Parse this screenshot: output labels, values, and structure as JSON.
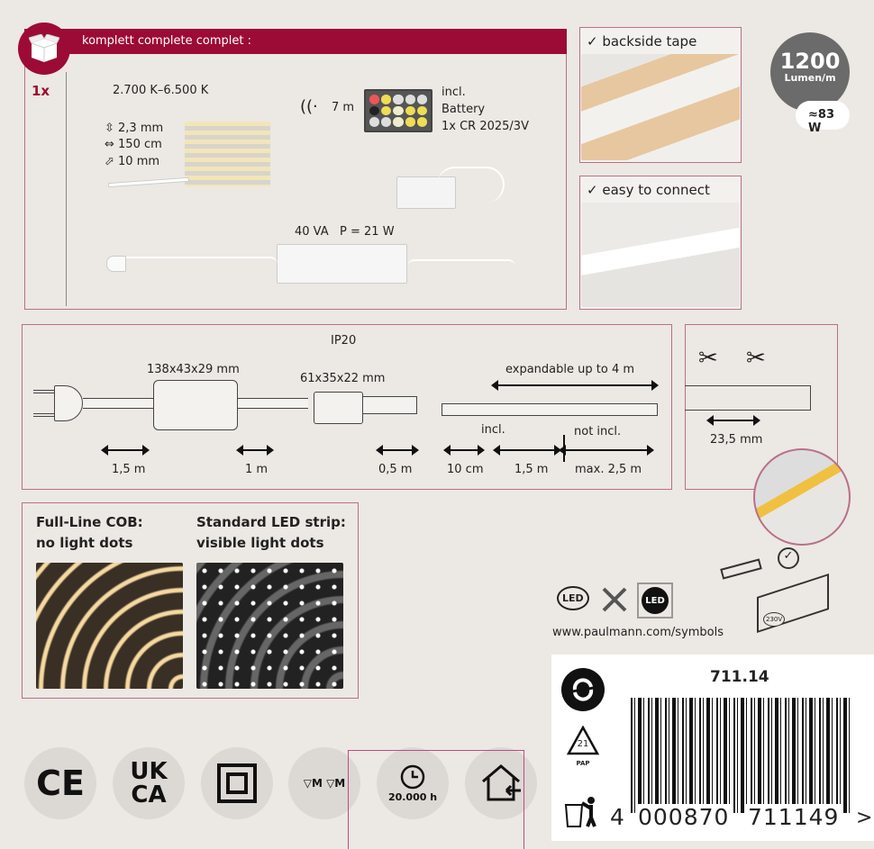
{
  "complete": {
    "header": "komplett complete complet :",
    "quantity": "1x",
    "color_temp": "2.700 K–6.500 K",
    "height": "2,3 mm",
    "length": "150 cm",
    "width": "10 mm",
    "range": "7 m",
    "battery_lines": [
      "incl.",
      "Battery",
      "1x CR 2025/3V"
    ],
    "driver": "40 VA   P = 21 W"
  },
  "features": {
    "backside_tape": "✓ backside tape",
    "easy_connect": "✓ easy to connect"
  },
  "lumen": {
    "value": "1200",
    "unit": "Lumen/m",
    "equivalent": "≈83 W"
  },
  "diagram": {
    "ip": "IP20",
    "driver_size": "138x43x29 mm",
    "controller_size": "61x35x22 mm",
    "expandable": "expandable up to 4 m",
    "incl": "incl.",
    "not_incl": "not incl.",
    "lengths": [
      "1,5 m",
      "1 m",
      "0,5 m",
      "10 cm",
      "1,5 m",
      "max. 2,5 m"
    ]
  },
  "cut": {
    "interval": "23,5 mm"
  },
  "comparison": {
    "cob_title": "Full-Line COB:",
    "cob_sub": "no light dots",
    "std_title": "Standard LED strip:",
    "std_sub": "visible light dots"
  },
  "symbols": {
    "url": "www.paulmann.com/symbols",
    "led": "LED",
    "volt": "230V"
  },
  "certs": {
    "ce": "CE",
    "ukca_top": "UK",
    "ukca_bottom": "CA",
    "lifetime": "20.000 h"
  },
  "barcode": {
    "article": "711.14",
    "ean_first": "4",
    "ean_left": "000870",
    "ean_right": "711149",
    "marker": ">",
    "recycle_code": "21",
    "recycle_material": "PAP"
  },
  "colors": {
    "brand": "#9c0b35",
    "frame": "#b8708a",
    "background": "#ece8e3"
  }
}
